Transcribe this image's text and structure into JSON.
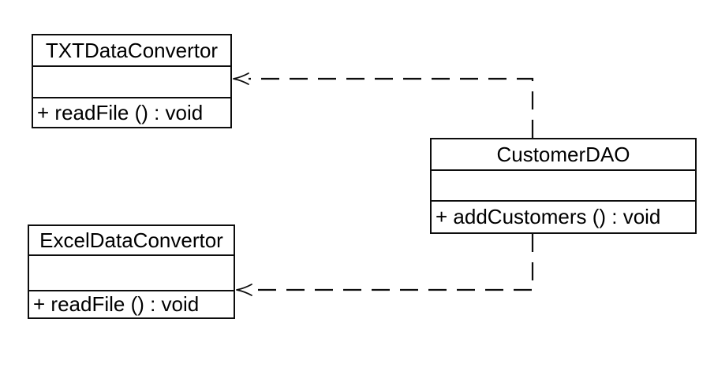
{
  "diagram": {
    "kind": "uml-class-diagram",
    "background_color": "#ffffff",
    "line_color": "#0d0d0d",
    "text_color": "#000000",
    "classes": [
      {
        "name": "TXTDataConvertor",
        "attributes": [],
        "methods": [
          "+ readFile () : void"
        ]
      },
      {
        "name": "CustomerDAO",
        "attributes": [],
        "methods": [
          "+ addCustomers () : void"
        ]
      },
      {
        "name": "ExcelDataConvertor",
        "attributes": [],
        "methods": [
          "+ readFile () : void"
        ]
      }
    ],
    "relationships": [
      {
        "type": "dependency",
        "from": "CustomerDAO",
        "to": "TXTDataConvertor",
        "line_style": "dashed",
        "arrowhead": "open"
      },
      {
        "type": "dependency",
        "from": "CustomerDAO",
        "to": "ExcelDataConvertor",
        "line_style": "dashed",
        "arrowhead": "open"
      }
    ]
  }
}
